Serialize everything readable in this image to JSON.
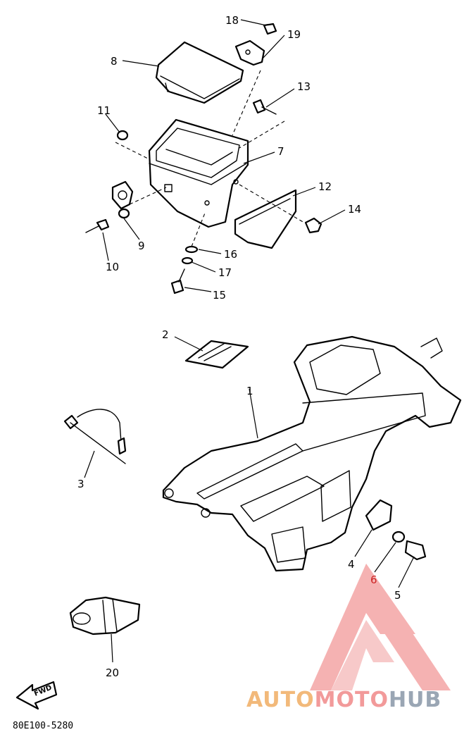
{
  "callouts": {
    "n1": "1",
    "n2": "2",
    "n3": "3",
    "n4": "4",
    "n5": "5",
    "n6": "6",
    "n7": "7",
    "n8": "8",
    "n9": "9",
    "n10": "10",
    "n11": "11",
    "n12": "12",
    "n13": "13",
    "n14": "14",
    "n15": "15",
    "n16": "16",
    "n17": "17",
    "n18": "18",
    "n19": "19",
    "n20": "20"
  },
  "fwd_arrow": "FWD",
  "diagram_code": "80E100-5280",
  "watermark": {
    "part1": "AUTO",
    "part2": "MOTO",
    "part3": "HUB"
  },
  "colors": {
    "watermark_orange": "#f2b97a",
    "watermark_red": "#f29a9a",
    "watermark_gray": "#9aa6b4",
    "callout_highlight": "#cc2222"
  }
}
